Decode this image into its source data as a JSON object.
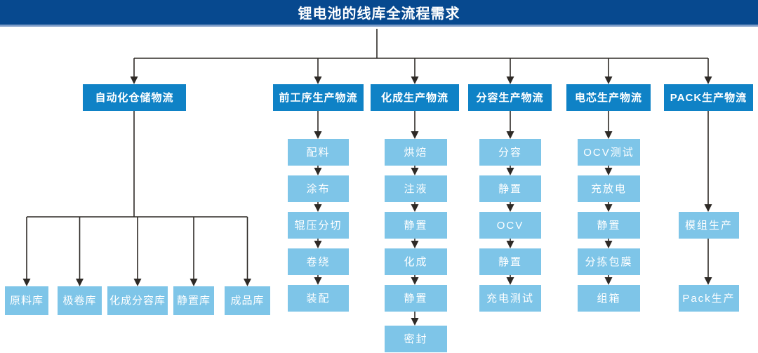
{
  "title": "锂电池的线库全流程需求",
  "colors": {
    "banner": "#07498F",
    "banner_edge": "#7D9CC8",
    "parent": "#0F82C6",
    "step": "#7EC5E8",
    "line": "#2E2A26",
    "text": "#FFFFFF"
  },
  "columns": [
    {
      "label": "自动化仓储物流",
      "children": [
        "原料库",
        "极卷库",
        "化成分容库",
        "静置库",
        "成品库"
      ]
    },
    {
      "label": "前工序生产物流",
      "steps": [
        "配料",
        "涂布",
        "辊压分切",
        "卷绕",
        "装配"
      ]
    },
    {
      "label": "化成生产物流",
      "steps": [
        "烘焙",
        "注液",
        "静置",
        "化成",
        "静置",
        "密封"
      ]
    },
    {
      "label": "分容生产物流",
      "steps": [
        "分容",
        "静置",
        "OCV",
        "静置",
        "充电测试"
      ]
    },
    {
      "label": "电芯生产物流",
      "steps": [
        "OCV测试",
        "充放电",
        "静置",
        "分拣包膜",
        "组箱"
      ]
    },
    {
      "label": "PACK生产物流",
      "steps": [
        "模组生产",
        "Pack生产"
      ]
    }
  ]
}
